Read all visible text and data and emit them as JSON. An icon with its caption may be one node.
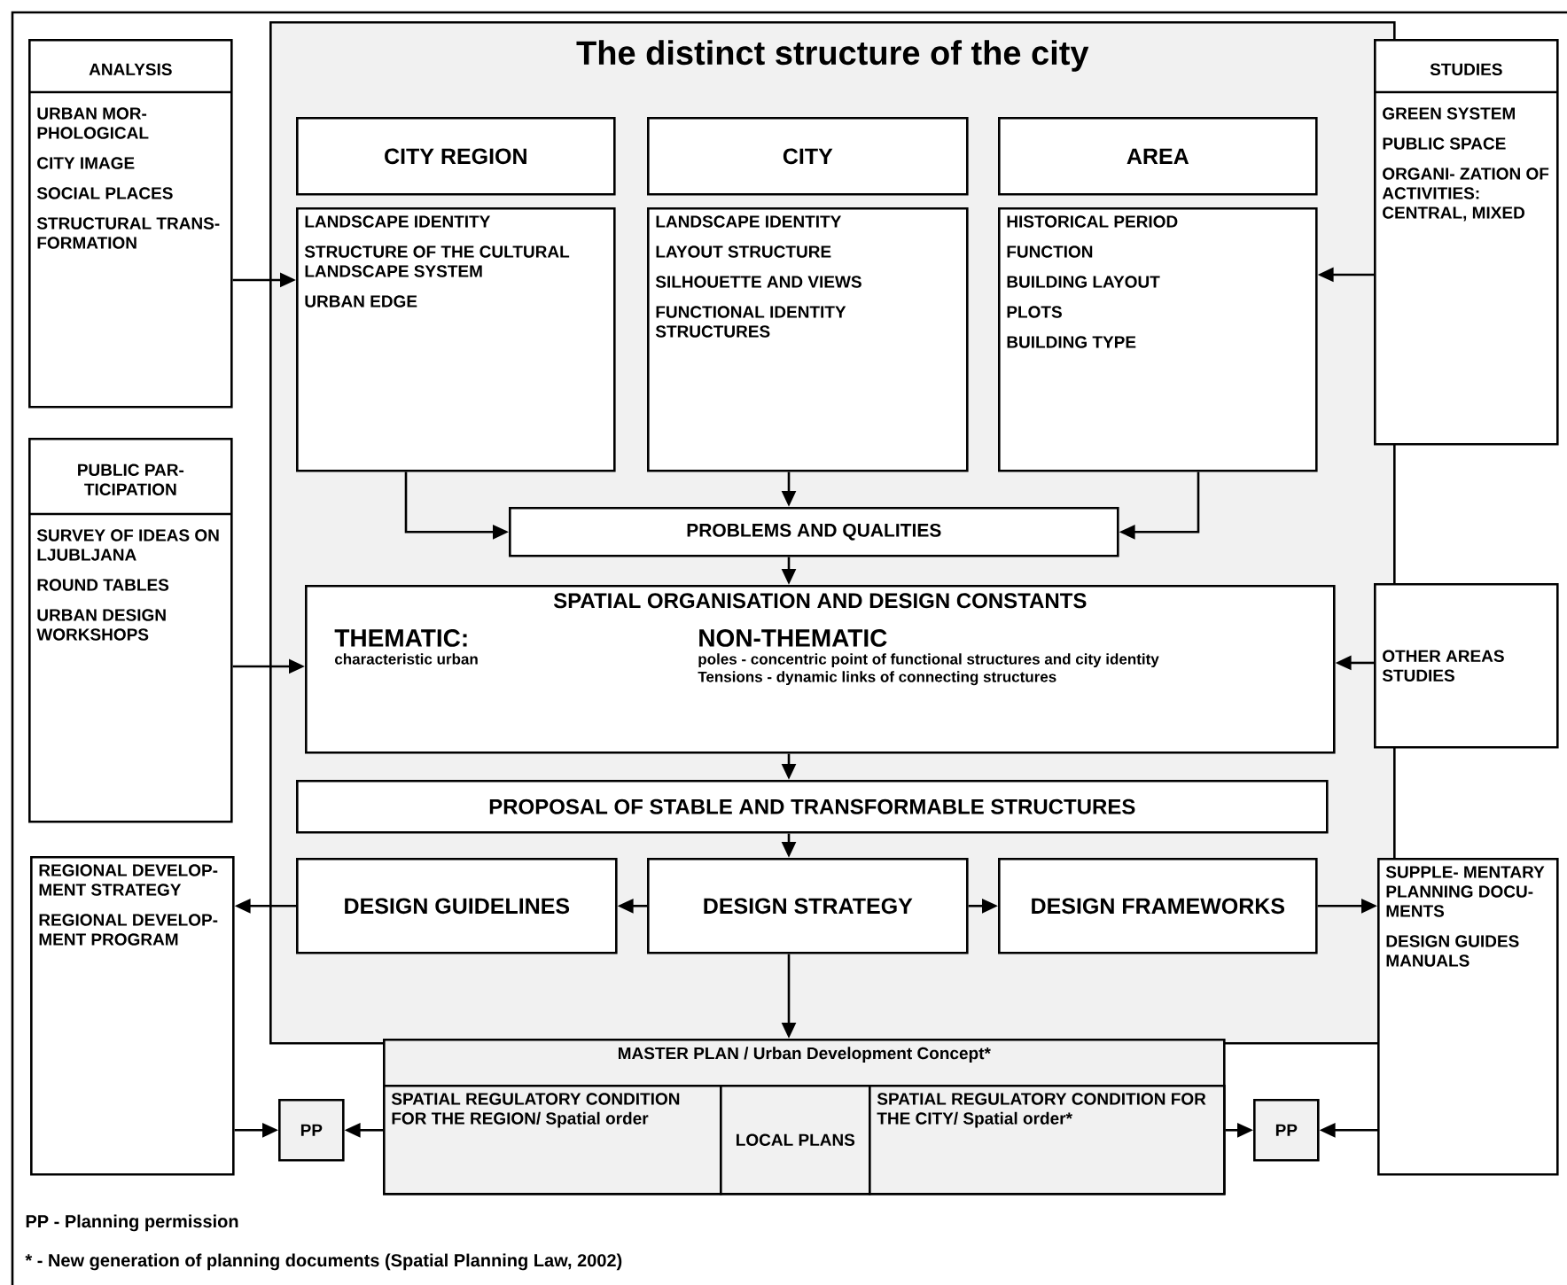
{
  "diagram": {
    "title": "The distinct structure of the city",
    "nodes": [
      {
        "text": [],
        "shape": "box"
      },
      {
        "text": [
          "CITY REGION"
        ],
        "in": 0
      },
      {
        "text": [
          "CITY"
        ],
        "in": 0
      },
      {
        "text": [
          "AREA"
        ],
        "in": 0
      },
      {
        "text": [
          "LANDSCAPE IDENTITY",
          "STRUCTURE OF THE CULTURAL LANDSCAPE SYSTEM",
          "URBAN EDGE"
        ],
        "in": 0
      },
      {
        "text": [
          "LANDSCAPE IDENTITY",
          "LAYOUT STRUCTURE",
          "SILHOUETTE AND VIEWS",
          "FUNCTIONAL IDENTITY STRUCTURES"
        ],
        "in": 0
      },
      {
        "text": [
          "HISTORICAL PERIOD",
          "FUNCTION",
          "BUILDING LAYOUT",
          "PLOTS",
          "BUILDING TYPE"
        ],
        "in": 0
      },
      {
        "text": [
          "PROBLEMS AND QUALITIES"
        ],
        "in": 0
      },
      {
        "text": [
          "SPATIAL ORGANISATION AND DESIGN CONSTANTS",
          "THEMATIC:",
          "characteristic urban",
          "NON-THEMATIC",
          "poles - concentric point of  functional structures and city identity",
          "Tensions - dynamic links of connecting structures"
        ],
        "in": 0
      },
      {
        "text": [
          "PROPOSAL OF STABLE AND TRANSFORMABLE STRUCTURES"
        ],
        "in": 0
      },
      {
        "text": [
          "DESIGN GUIDELINES"
        ],
        "in": 0
      },
      {
        "text": [
          "DESIGN STRATEGY"
        ],
        "in": 0
      },
      {
        "text": [
          "DESIGN FRAMEWORKS"
        ],
        "in": 0
      },
      {
        "text": [
          "ANALYSIS",
          "URBAN MOR- PHOLOGICAL",
          "CITY IMAGE",
          "SOCIAL PLACES",
          "STRUCTURAL TRANS- FORMATION"
        ]
      },
      {
        "text": [
          "PUBLIC PAR- TICIPATION",
          "SURVEY OF IDEAS ON LJUBLJANA",
          "ROUND TABLES",
          "URBAN DESIGN WORKSHOPS"
        ]
      },
      {
        "text": [
          "REGIONAL DEVELOP- MENT STRATEGY",
          "REGIONAL DEVELOP- MENT PROGRAM"
        ]
      },
      {
        "text": [
          "STUDIES",
          "GREEN SYSTEM",
          "PUBLIC SPACE",
          "ORGANI- ZATION OF ACTIVITIES: CENTRAL, MIXED"
        ]
      },
      {
        "text": [
          "OTHER AREAS STUDIES"
        ]
      },
      {
        "text": [
          "SUPPLE- MENTARY PLANNING DOCU- MENTS",
          "DESIGN GUIDES MANUALS"
        ]
      },
      {
        "text": [
          "MASTER PLAN / Urban Development Concept*"
        ]
      },
      {
        "text": [
          "SPATIAL REGULATORY CONDITION FOR THE REGION/ Spatial order"
        ],
        "in": 19
      },
      {
        "text": [
          "LOCAL PLANS"
        ],
        "in": 19
      },
      {
        "text": [
          "SPATIAL REGULATORY CONDITION FOR THE CITY/ Spatial order*"
        ],
        "in": 19
      },
      {
        "text": [
          "PP"
        ]
      },
      {
        "text": [
          "PP"
        ]
      }
    ],
    "edges": [
      {
        "from": 13,
        "to": 4,
        "arrow": "to"
      },
      {
        "from": 14,
        "to": 8,
        "arrow": "to"
      },
      {
        "from": 4,
        "to": 7,
        "arrow": "to"
      },
      {
        "from": 5,
        "to": 7,
        "arrow": "to"
      },
      {
        "from": 6,
        "to": 7,
        "arrow": "to"
      },
      {
        "from": 16,
        "to": 6,
        "arrow": "to"
      },
      {
        "from": 7,
        "to": 8,
        "arrow": "to"
      },
      {
        "from": 17,
        "to": 8,
        "arrow": "to"
      },
      {
        "from": 8,
        "to": 9,
        "arrow": "to"
      },
      {
        "from": 9,
        "to": 11,
        "arrow": "to"
      },
      {
        "from": 11,
        "to": 10,
        "arrow": "to"
      },
      {
        "from": 11,
        "to": 12,
        "arrow": "to"
      },
      {
        "from": 10,
        "to": 15,
        "arrow": "to"
      },
      {
        "from": 12,
        "to": 18,
        "arrow": "to"
      },
      {
        "from": 11,
        "to": 19,
        "arrow": "to"
      },
      {
        "from": 15,
        "to": 23,
        "arrow": "to"
      },
      {
        "from": 20,
        "to": 23,
        "arrow": "to"
      },
      {
        "from": 22,
        "to": 24,
        "arrow": "to"
      },
      {
        "from": 18,
        "to": 24,
        "arrow": "to"
      }
    ],
    "labels": [
      "PP - Planning permission",
      "* - New generation of planning documents (Spatial Planning Law, 2002)"
    ]
  }
}
